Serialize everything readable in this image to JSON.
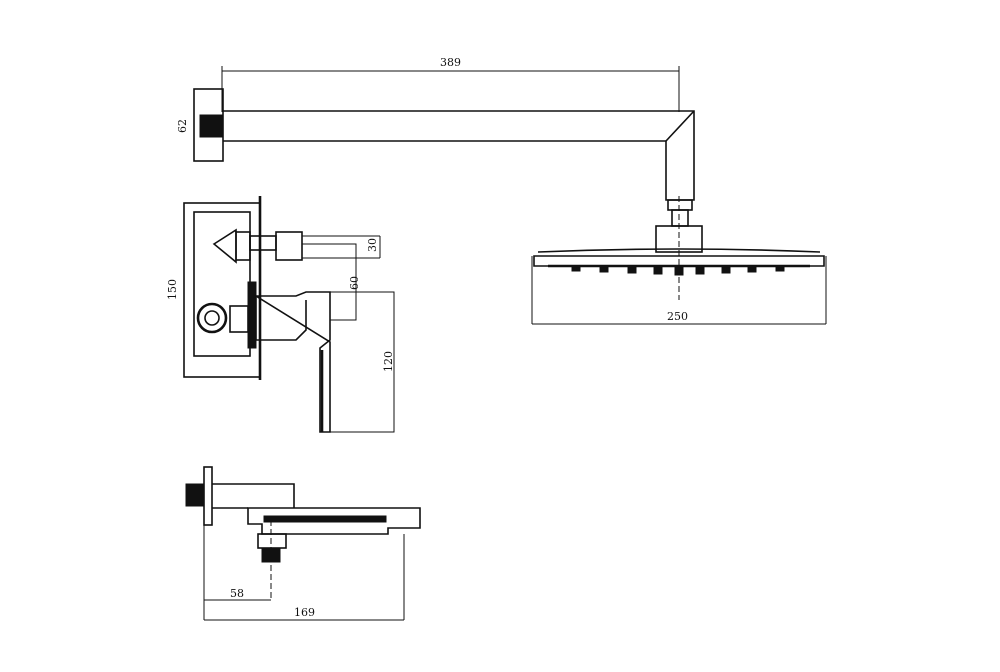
{
  "dimensions": {
    "arm_length": "389",
    "wall_flange_height": "62",
    "valve_height": "150",
    "pipe_offset": "30",
    "lever_offset": "60",
    "handle_height": "120",
    "head_width": "250",
    "spout_depth": "58",
    "spout_length": "169"
  },
  "colors": {
    "line": "#111111",
    "background": "#ffffff"
  }
}
